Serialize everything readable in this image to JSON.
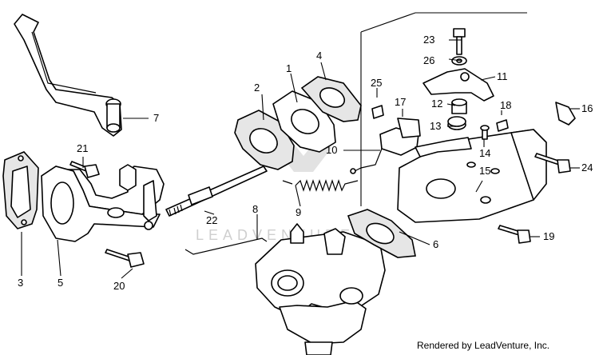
{
  "callouts": [
    "1",
    "2",
    "3",
    "4",
    "5",
    "6",
    "7",
    "8",
    "9",
    "10",
    "11",
    "12",
    "13",
    "14",
    "15",
    "16",
    "17",
    "18",
    "19",
    "20",
    "21",
    "22",
    "23",
    "24",
    "25",
    "26"
  ],
  "watermark": "LEADVENTURE",
  "credit": "Rendered by LeadVenture, Inc."
}
